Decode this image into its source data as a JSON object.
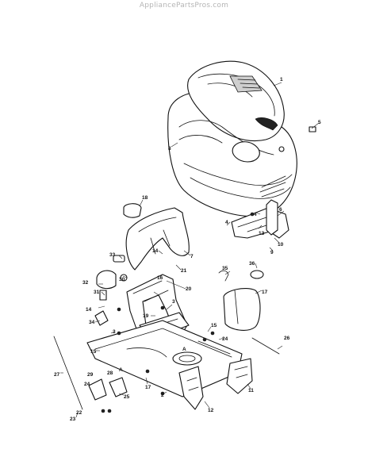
{
  "watermark": "AppliancePartsPros.com",
  "callouts": [
    {
      "id": "c1",
      "text": "1"
    },
    {
      "id": "c2",
      "text": "2"
    },
    {
      "id": "c3a",
      "text": "3"
    },
    {
      "id": "c3b",
      "text": "3"
    },
    {
      "id": "c4a",
      "text": "4"
    },
    {
      "id": "c4b",
      "text": "4"
    },
    {
      "id": "c5",
      "text": "5"
    },
    {
      "id": "c6",
      "text": "6"
    },
    {
      "id": "c7",
      "text": "7"
    },
    {
      "id": "c8",
      "text": "8"
    },
    {
      "id": "c9",
      "text": "9"
    },
    {
      "id": "c10",
      "text": "10"
    },
    {
      "id": "c11",
      "text": "11"
    },
    {
      "id": "c12",
      "text": "12"
    },
    {
      "id": "c13",
      "text": "13"
    },
    {
      "id": "c14a",
      "text": "14"
    },
    {
      "id": "c14b",
      "text": "14"
    },
    {
      "id": "c15a",
      "text": "15"
    },
    {
      "id": "c15b",
      "text": "15"
    },
    {
      "id": "c16",
      "text": "16"
    },
    {
      "id": "c17a",
      "text": "17"
    },
    {
      "id": "c17b",
      "text": "17"
    },
    {
      "id": "c18",
      "text": "18"
    },
    {
      "id": "c19",
      "text": "19"
    },
    {
      "id": "c20",
      "text": "20"
    },
    {
      "id": "c21",
      "text": "21"
    },
    {
      "id": "c22",
      "text": "22"
    },
    {
      "id": "c23",
      "text": "23"
    },
    {
      "id": "c24a",
      "text": "24"
    },
    {
      "id": "c24b",
      "text": "24"
    },
    {
      "id": "c25",
      "text": "25"
    },
    {
      "id": "c26",
      "text": "26"
    },
    {
      "id": "c27",
      "text": "27"
    },
    {
      "id": "c28",
      "text": "28"
    },
    {
      "id": "c29",
      "text": "29"
    },
    {
      "id": "c30",
      "text": "30"
    },
    {
      "id": "c31",
      "text": "31"
    },
    {
      "id": "c32",
      "text": "32"
    },
    {
      "id": "c33",
      "text": "33"
    },
    {
      "id": "c34",
      "text": "34"
    },
    {
      "id": "c35",
      "text": "35"
    },
    {
      "id": "c36",
      "text": "36"
    },
    {
      "id": "cAa",
      "text": "A"
    },
    {
      "id": "cAb",
      "text": "A"
    }
  ]
}
